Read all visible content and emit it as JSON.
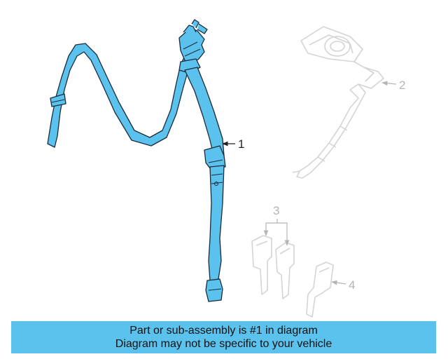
{
  "colors": {
    "highlight": "#5bc2ee",
    "highlight_outline": "#1b2a3a",
    "ghost_outline": "#d4d4d4",
    "ghost_text": "#b5b5b5",
    "caption_bg": "#5bc2ee"
  },
  "callouts": {
    "part1": "1",
    "part2": "2",
    "part3": "3",
    "part4": "4"
  },
  "caption": {
    "line1": "Part or sub-assembly is #1 in diagram",
    "line2": "Diagram may not be specific to your vehicle"
  }
}
